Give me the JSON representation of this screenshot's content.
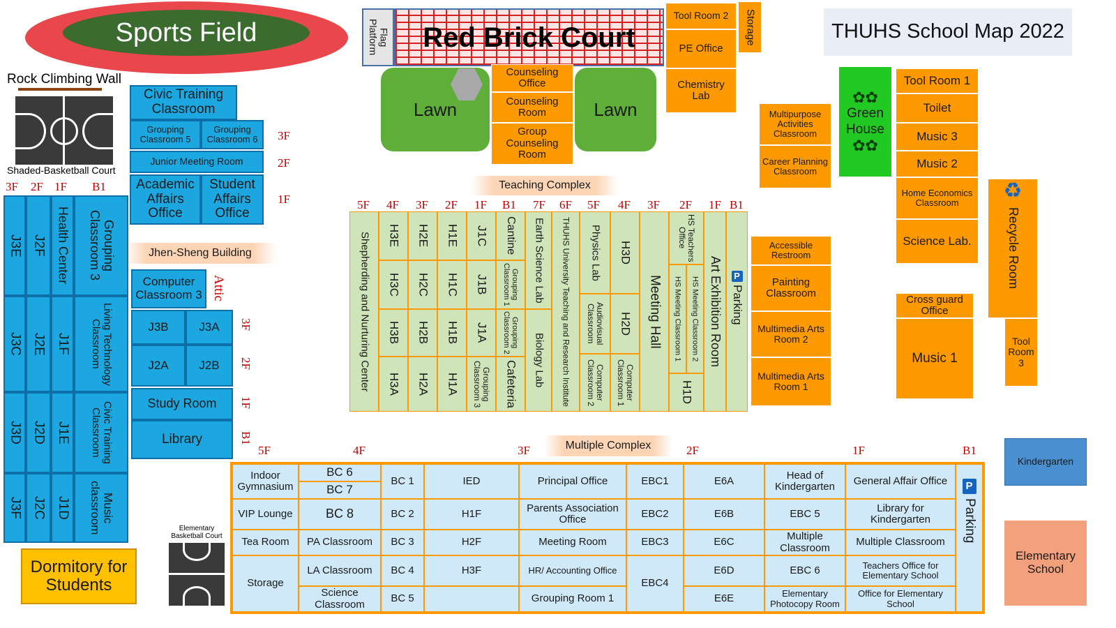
{
  "title": "THUHS School Map 2022",
  "colors": {
    "blue": "#1ca7e0",
    "orange": "#ff9900",
    "light_green": "#cfe4b9",
    "light_blue": "#cfe9f8",
    "floor_label": "#c00000"
  },
  "top": {
    "sports_field": "Sports Field",
    "rock_wall": "Rock Climbing Wall",
    "shaded_court": "Shaded-Basketball Court",
    "flag": "Flag Platform",
    "red_brick": "Red Brick Court",
    "lawn": "Lawn",
    "counseling_office": "Counseling Office",
    "counseling_room": "Counseling Room",
    "group_counseling": "Group Counseling Room",
    "tool_room_2": "Tool Room 2",
    "storage": "Storage",
    "pe_office": "PE Office",
    "chem_lab": "Chemistry Lab"
  },
  "west": {
    "civic_training": "Civic Training Classroom",
    "grouping5": "Grouping Classroom 5",
    "grouping6": "Grouping Classroom 6",
    "junior_meeting": "Junior Meeting Room",
    "academic": "Academic Affairs Office",
    "student": "Student Affairs Office",
    "fl3": "3F",
    "fl2": "2F",
    "fl1": "1F",
    "flb1": "B1",
    "jhen_sheng": "Jhen-Sheng Building",
    "computer3": "Computer Classroom 3",
    "attic": "Attic",
    "j3b": "J3B",
    "j3a": "J3A",
    "j2a": "J2A",
    "j2b": "J2B",
    "study": "Study Room",
    "library": "Library",
    "col_3f": "3F",
    "col_2f": "2F",
    "col_1f": "1F",
    "col_b1": "B1",
    "j3e": "J3E",
    "j2f": "J2F",
    "health": "Health Center",
    "grouping3": "Grouping Classroom 3",
    "j3c": "J3C",
    "j2e": "J2E",
    "j1f": "J1F",
    "living": "Living Technology Classroom",
    "j3d": "J3D",
    "j2d": "J2D",
    "j1e": "J1E",
    "civic_training2": "Civic Training Classroom",
    "j3f": "J3F",
    "j2c": "J2C",
    "j1d": "J1D",
    "music": "Music classroom",
    "dorm": "Dormitory for Students",
    "elem_court": "Elementary Basketball Court"
  },
  "teaching": {
    "label": "Teaching Complex",
    "floors": [
      "5F",
      "4F",
      "3F",
      "2F",
      "1F",
      "B1",
      "7F",
      "6F",
      "5F",
      "4F",
      "3F",
      "2F",
      "1F",
      "B1"
    ],
    "shepherding": "Shepherding and Nurturing Center",
    "h3e": "H3E",
    "h2e": "H2E",
    "h1e": "H1E",
    "j1c": "J1C",
    "cantine": "Cantine",
    "h3c": "H3C",
    "h2c": "H2C",
    "h1c": "H1C",
    "j1b": "J1B",
    "grouping1": "Grouping Classroom 1",
    "h3b": "H3B",
    "h2b": "H2B",
    "h1b": "H1B",
    "j1a": "J1A",
    "grouping2": "Grouping Classroom 2",
    "h3a": "H3A",
    "h2a": "H2A",
    "h1a": "H1A",
    "grouping3": "Grouping Classroom 3",
    "cafeteria": "Cafeteria",
    "earth": "Earth Science Lab",
    "biology": "Biology Lab",
    "thuhs_inst": "THUHS University Teaching and Research Institute",
    "physics": "Physics Lab",
    "audiovisual": "Audiovisual Classroom",
    "computer2": "Computer Classroom 2",
    "h3d": "H3D",
    "h2d": "H2D",
    "computer1": "Computer Classroom 1",
    "meeting_hall": "Meeting Hall",
    "hs_teachers": "HS Teachers Office",
    "hs_meet1": "HS Meeting Classroom 1",
    "hs_meet2": "HS Meeting Classroom 2",
    "h1d": "H1D",
    "art": "Art Exhibition Room",
    "parking": "Parking",
    "p": "P"
  },
  "east": {
    "multipurpose": "Multipurpose Activities Classroom",
    "career": "Career Planning Classroom",
    "green_house": "Green House",
    "tool_room_1": "Tool Room 1",
    "toilet": "Toilet",
    "music3": "Music 3",
    "music2": "Music 2",
    "home_econ": "Home Economics Classroom",
    "science": "Science Lab.",
    "recycle": "Recycle Room",
    "accessible": "Accessible Restroom",
    "painting": "Painting Classroom",
    "mm2": "Multimedia Arts Room 2",
    "mm1": "Multimedia Arts Room 1",
    "crossguard": "Cross guard Office",
    "music1": "Music 1",
    "tool3": "Tool Room 3",
    "kindergarten": "Kindergarten",
    "elementary": "Elementary School"
  },
  "multiple": {
    "label": "Multiple Complex",
    "floors": [
      "5F",
      "4F",
      "3F",
      "2F",
      "1F",
      "B1"
    ],
    "gym": "Indoor Gymnasium",
    "vip": "VIP Lounge",
    "tea": "Tea Room",
    "storage": "Storage",
    "bc6": "BC 6",
    "bc7": "BC 7",
    "bc8": "BC 8",
    "pa": "PA Classroom",
    "la": "LA Classroom",
    "sci": "Science Classroom",
    "bc1": "BC 1",
    "bc2": "BC 2",
    "bc3": "BC 3",
    "bc4": "BC 4",
    "bc5": "BC 5",
    "ied": "IED",
    "h1f": "H1F",
    "h2f": "H2F",
    "h3f": "H3F",
    "principal": "Principal Office",
    "parents": "Parents Association Office",
    "meeting": "Meeting Room",
    "hr": "HR/ Accounting Office",
    "grouping1": "Grouping Room 1",
    "ebc1": "EBC1",
    "ebc2": "EBC2",
    "ebc3": "EBC3",
    "ebc4": "EBC4",
    "e6a": "E6A",
    "e6b": "E6B",
    "e6c": "E6C",
    "e6d": "E6D",
    "e6e": "E6E",
    "head_kg": "Head of Kindergarten",
    "ebc5": "EBC 5",
    "multi": "Multiple Classroom",
    "ebc6": "EBC 6",
    "photocopy": "Elementary Photocopy Room",
    "general": "General Affair Office",
    "lib_kg": "Library for Kindergarten",
    "multi2": "Multiple Classroom",
    "teachers_elem": "Teachers Office for Elementary School",
    "office_elem": "Office for Elementary School",
    "parking": "Parking",
    "p": "P"
  }
}
